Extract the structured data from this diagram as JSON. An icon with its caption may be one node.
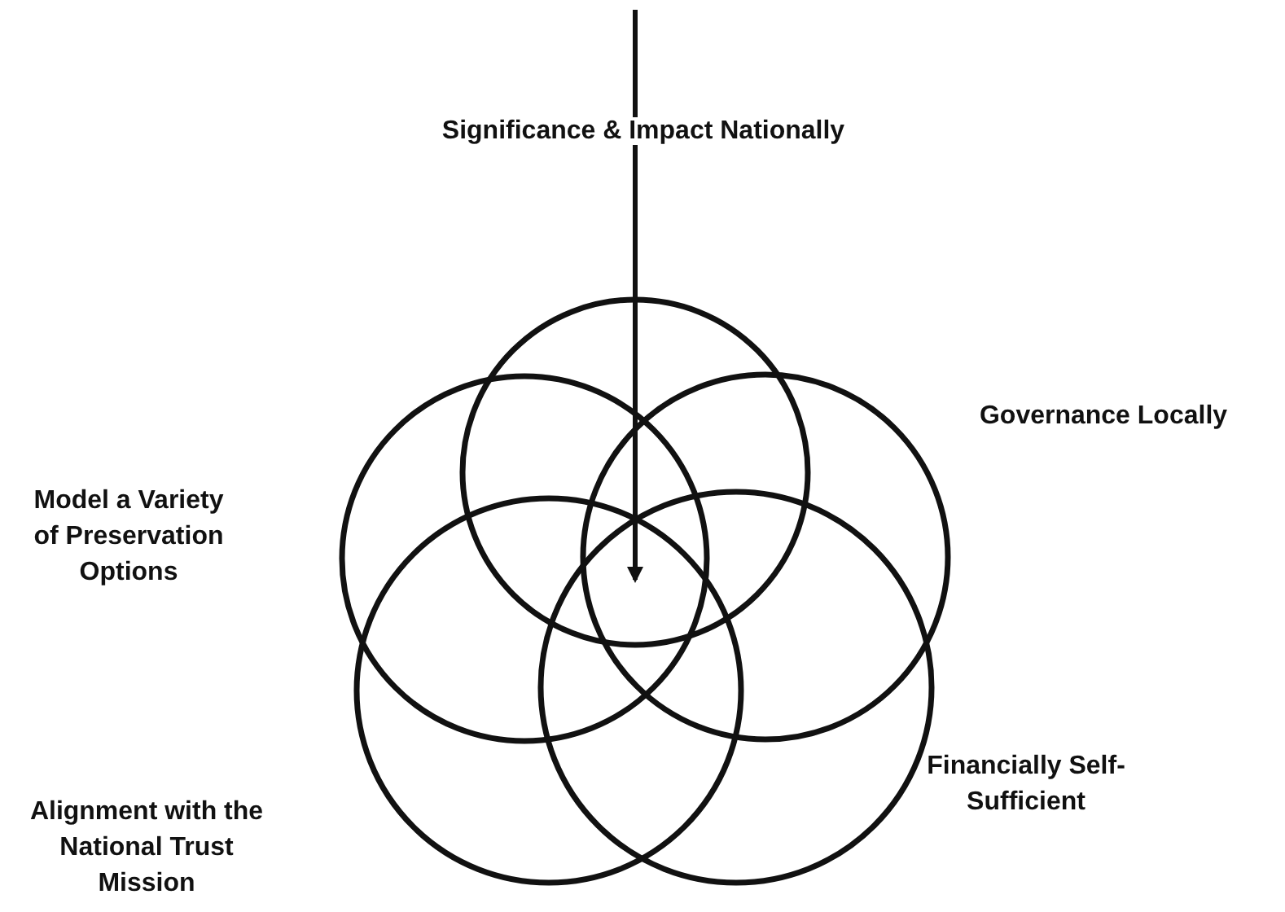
{
  "diagram": {
    "nodes": [
      {
        "text": [],
        "shape": "circle"
      },
      {
        "text": [],
        "shape": "circle"
      },
      {
        "text": [],
        "shape": "circle"
      },
      {
        "text": [],
        "shape": "circle"
      },
      {
        "text": [],
        "shape": "circle"
      }
    ],
    "edges": [],
    "labels": [
      "Significance & Impact Nationally",
      "Governance Locally",
      "Model a Variety of Preservation Options",
      "Financially Self-Sufficient",
      "Alignment with the National Trust Mission"
    ]
  }
}
